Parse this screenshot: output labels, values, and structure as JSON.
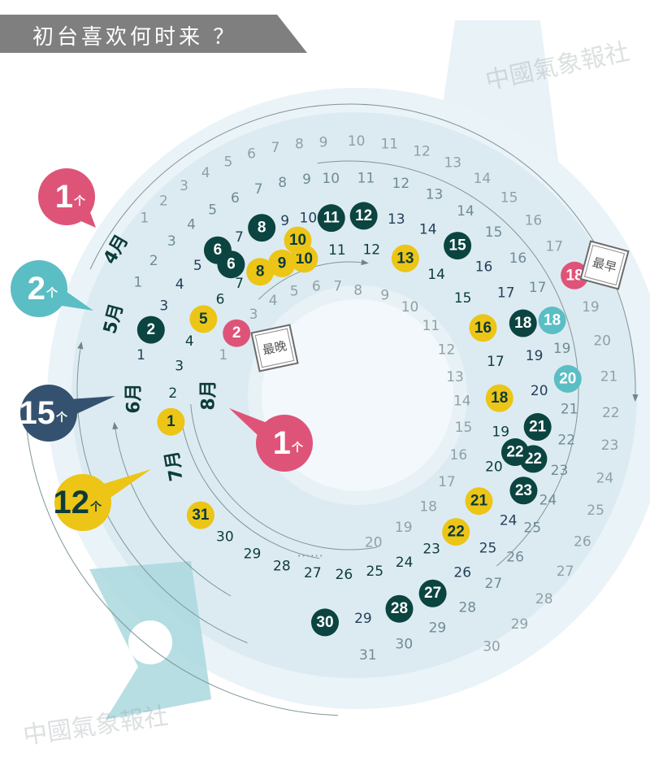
{
  "title": "初台喜欢何时来 ？",
  "watermark": "中國氣象報社",
  "colors": {
    "pink": "#de5478",
    "teal": "#5bbec4",
    "dark_green": "#0b4440",
    "navy": "#34526f",
    "yellow": "#ecc516",
    "title_bar": "#7f7f7f"
  },
  "tags": {
    "earliest": "最早",
    "latest": "最晚"
  },
  "months": [
    {
      "label": "4月",
      "count": "1",
      "unit": "个",
      "last_day": 30,
      "highlight_days": [
        18
      ],
      "marker_color": "#de5478",
      "bubble_color": "#de5478",
      "number_color": "#8fa1a4"
    },
    {
      "label": "5月",
      "count": "2",
      "unit": "个",
      "last_day": 31,
      "highlight_days": [
        18,
        20
      ],
      "marker_color": "#5bbec4",
      "bubble_color": "#5bbec4",
      "number_color": "#6f8b95"
    },
    {
      "label": "6月",
      "count": "15",
      "unit": "个",
      "last_day": 30,
      "highlight_days": [
        2,
        6,
        6,
        8,
        11,
        12,
        15,
        18,
        21,
        22,
        22,
        23,
        27,
        28,
        30
      ],
      "marker_color": "#0b4440",
      "bubble_color": "#34526f",
      "number_color": "#24405a"
    },
    {
      "label": "7月",
      "count": "12",
      "unit": "个",
      "last_day": 31,
      "highlight_days": [
        1,
        5,
        8,
        9,
        10,
        10,
        13,
        16,
        18,
        21,
        22,
        31
      ],
      "marker_color": "#ecc516",
      "bubble_color": "#ecc516",
      "number_color": "#0d3b3a"
    },
    {
      "label": "8月",
      "count": "1",
      "unit": "个",
      "last_day": 20,
      "ellipsis": "......",
      "highlight_days": [
        2
      ],
      "marker_color": "#de5478",
      "bubble_color": "#de5478",
      "number_color": "#8fa1a4"
    }
  ]
}
